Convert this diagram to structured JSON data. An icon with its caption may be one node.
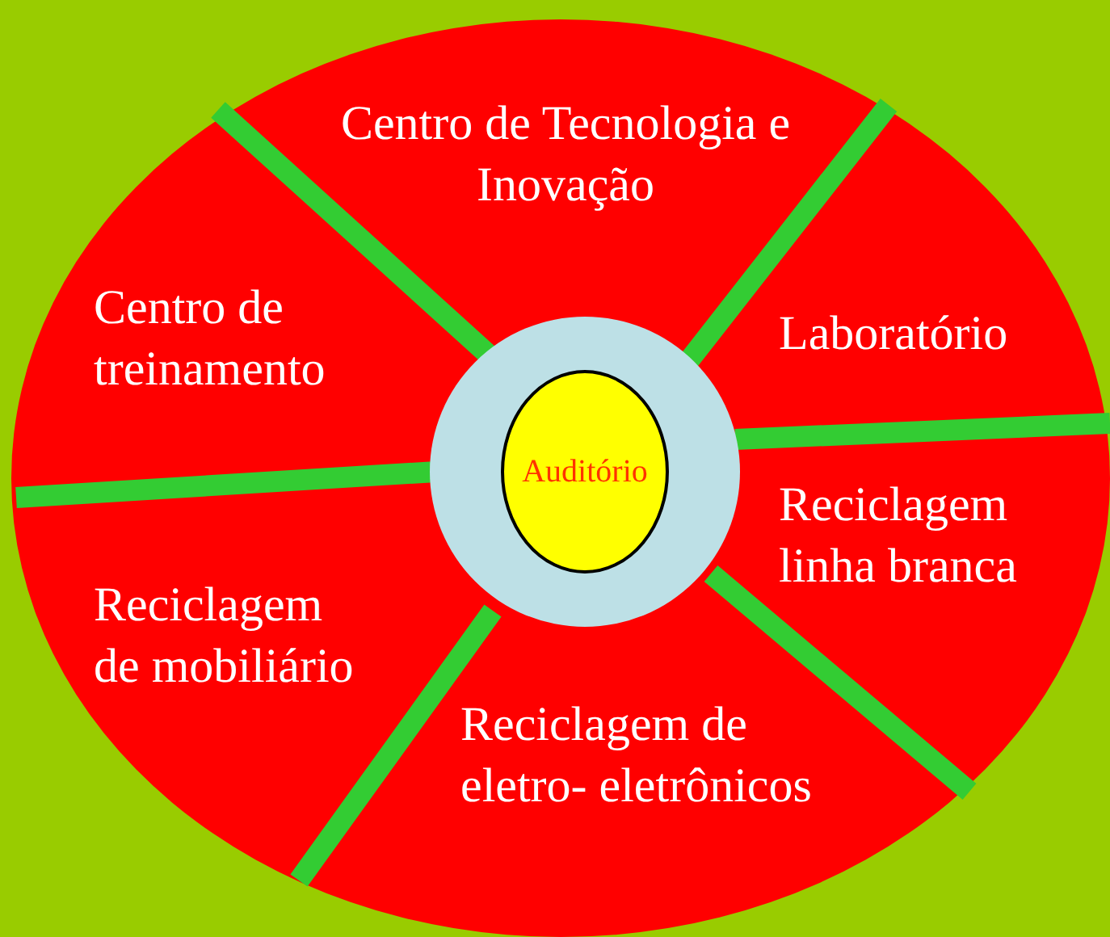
{
  "diagram": {
    "nodes": [
      {
        "text": [
          "Centro de Tecnologia e Inovação"
        ]
      },
      {
        "text": [
          "Centro de treinamento"
        ]
      },
      {
        "text": [
          "Laboratório"
        ]
      },
      {
        "text": [
          "Auditório"
        ]
      },
      {
        "text": [
          "Reciclagem de mobiliário"
        ]
      },
      {
        "text": [
          "Reciclagem linha branca"
        ]
      },
      {
        "text": [
          "Reciclagem de eletro- eletrônicos"
        ]
      }
    ]
  }
}
